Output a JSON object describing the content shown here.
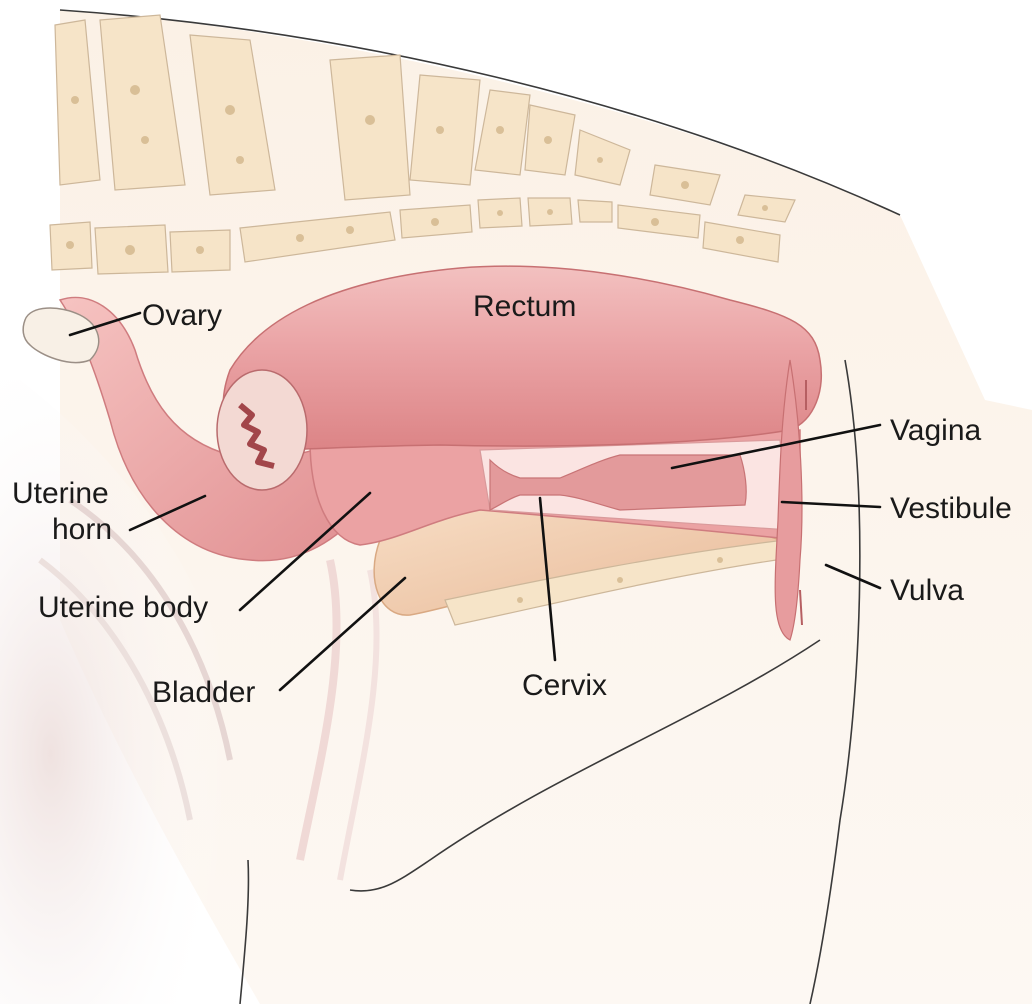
{
  "labels": {
    "ovary": "Ovary",
    "rectum": "Rectum",
    "vagina": "Vagina",
    "uterine_horn_line1": "Uterine",
    "uterine_horn_line2": "horn",
    "vestibule": "Vestibule",
    "uterine_body": "Uterine body",
    "vulva": "Vulva",
    "bladder": "Bladder",
    "cervix": "Cervix"
  },
  "colors": {
    "bone": "#f6e4c8",
    "tissue_pink": "#e99a9c",
    "tissue_light": "#f4c6c4",
    "bladder": "#f1cfb1",
    "leader_line": "#111111"
  }
}
